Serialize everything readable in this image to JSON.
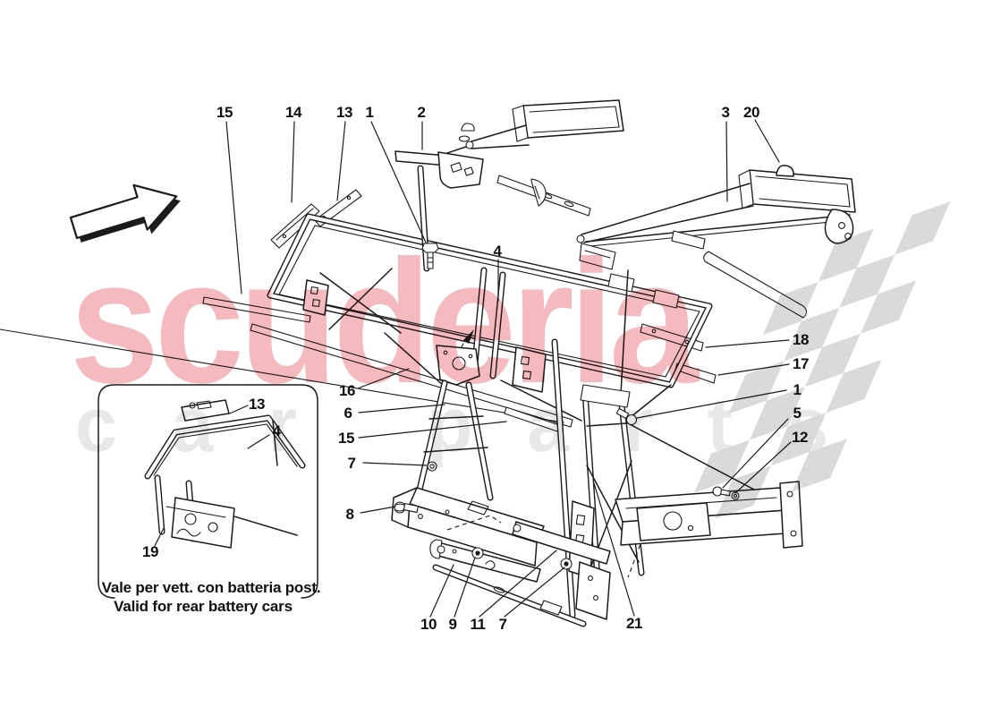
{
  "watermark": {
    "brand": "scuderia",
    "subtext": "car parts"
  },
  "inset": {
    "caption_line1": "Vale per vett. con batteria post.",
    "caption_line2": "Valid for rear battery cars"
  },
  "colors": {
    "ink": "#1b1b1b",
    "watermark_brand": "#f3aeb3",
    "watermark_subtext": "#e6e6e6",
    "flag_gray": "#d8d8d8"
  },
  "icons": {
    "direction_arrow": "up-right-arrow",
    "flag": "checkered-flag"
  },
  "callouts": [
    "15",
    "14",
    "13",
    "1",
    "2",
    "3",
    "20",
    "4",
    "18",
    "17",
    "1",
    "5",
    "12",
    "16",
    "6",
    "15",
    "7",
    "8",
    "10",
    "9",
    "11",
    "7",
    "21",
    "13",
    "4",
    "19"
  ]
}
